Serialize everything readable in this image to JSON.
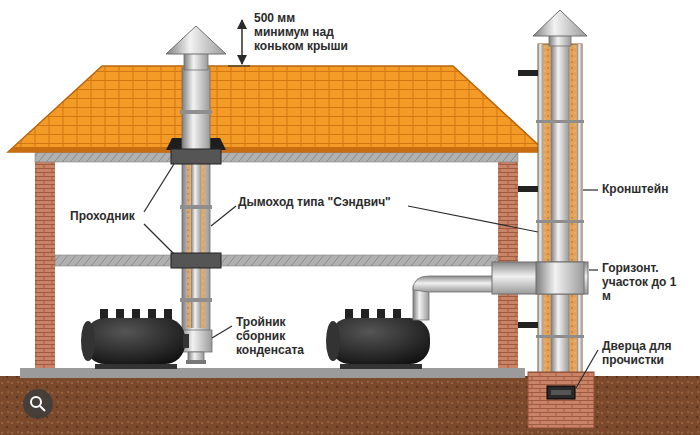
{
  "diagram": {
    "labels": [
      "500 мм минимум над коньком крыши",
      "Проходник",
      "Дымоход типа \"Сэндвич\"",
      "Кронштейн",
      "Горизонт. участок до 1 м",
      "Тройник сборник конденсата",
      "Дверца для прочистки"
    ]
  }
}
